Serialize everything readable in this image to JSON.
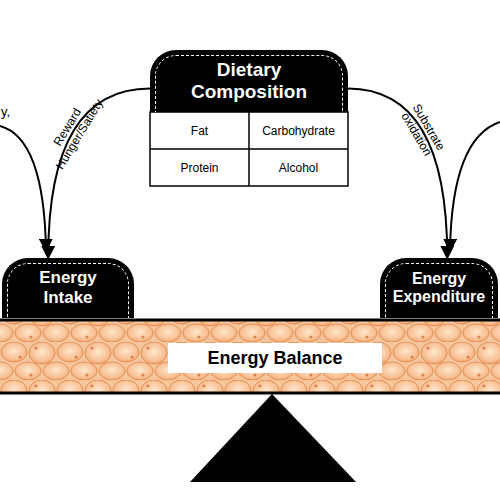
{
  "diagram": {
    "nodes": [
      {
        "text": [
          "Dietary Composition"
        ]
      },
      {
        "text": [
          "Energy Intake"
        ]
      },
      {
        "text": [
          "Energy Expenditure"
        ]
      },
      {
        "text": [
          "Energy Balance"
        ]
      }
    ],
    "edges": [
      {
        "from": 0,
        "to": 1,
        "label": "Reward",
        "arrow": "to"
      },
      {
        "from": 0,
        "to": 2,
        "label": "Substrate oxidation",
        "arrow": "to"
      }
    ],
    "labels": [
      "y,",
      "Fat",
      "Carbohydrate",
      "Protein",
      "Alcohol",
      "Hunger/Satiety"
    ]
  }
}
